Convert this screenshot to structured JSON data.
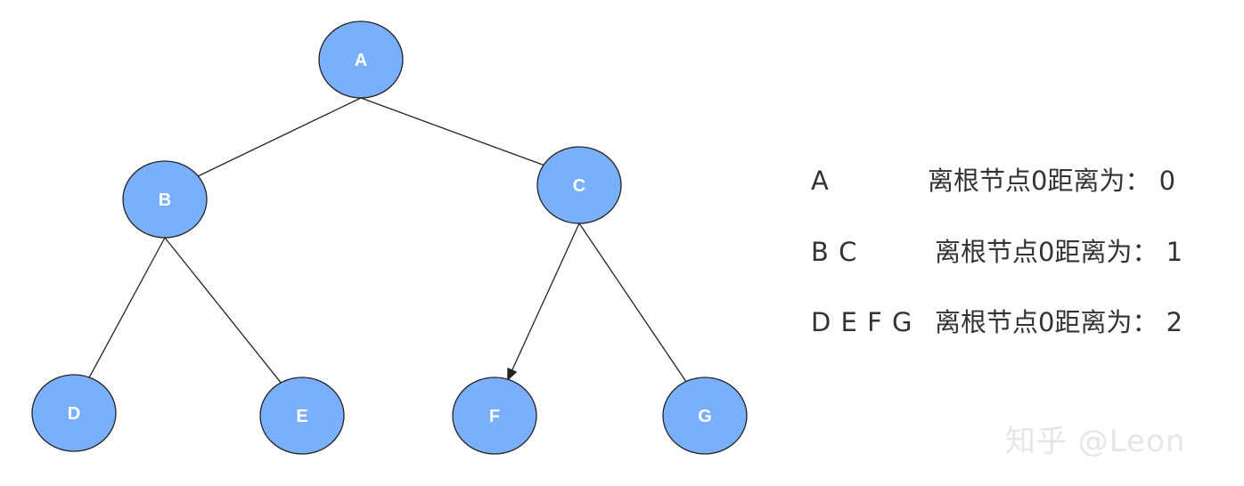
{
  "diagram": {
    "nodes": [
      {
        "id": "A",
        "label": "A"
      },
      {
        "id": "B",
        "label": "B"
      },
      {
        "id": "C",
        "label": "C"
      },
      {
        "id": "D",
        "label": "D"
      },
      {
        "id": "E",
        "label": "E"
      },
      {
        "id": "F",
        "label": "F"
      },
      {
        "id": "G",
        "label": "G"
      }
    ],
    "edges": [
      {
        "from": "A",
        "to": "B",
        "arrow": false
      },
      {
        "from": "A",
        "to": "C",
        "arrow": false
      },
      {
        "from": "B",
        "to": "D",
        "arrow": false
      },
      {
        "from": "B",
        "to": "E",
        "arrow": false
      },
      {
        "from": "C",
        "to": "F",
        "arrow": true
      },
      {
        "from": "C",
        "to": "G",
        "arrow": false
      }
    ],
    "colors": {
      "node_fill": "#7aaffc",
      "node_stroke": "#222222",
      "edge": "#222222",
      "label": "#ffffff"
    }
  },
  "legend": [
    {
      "nodes": "A",
      "text": "离根节点0距离为： 0"
    },
    {
      "nodes": "B C",
      "text": "离根节点0距离为： 1"
    },
    {
      "nodes": "D E F G",
      "text": "离根节点0距离为： 2"
    }
  ],
  "watermark": "知乎 @Leon"
}
